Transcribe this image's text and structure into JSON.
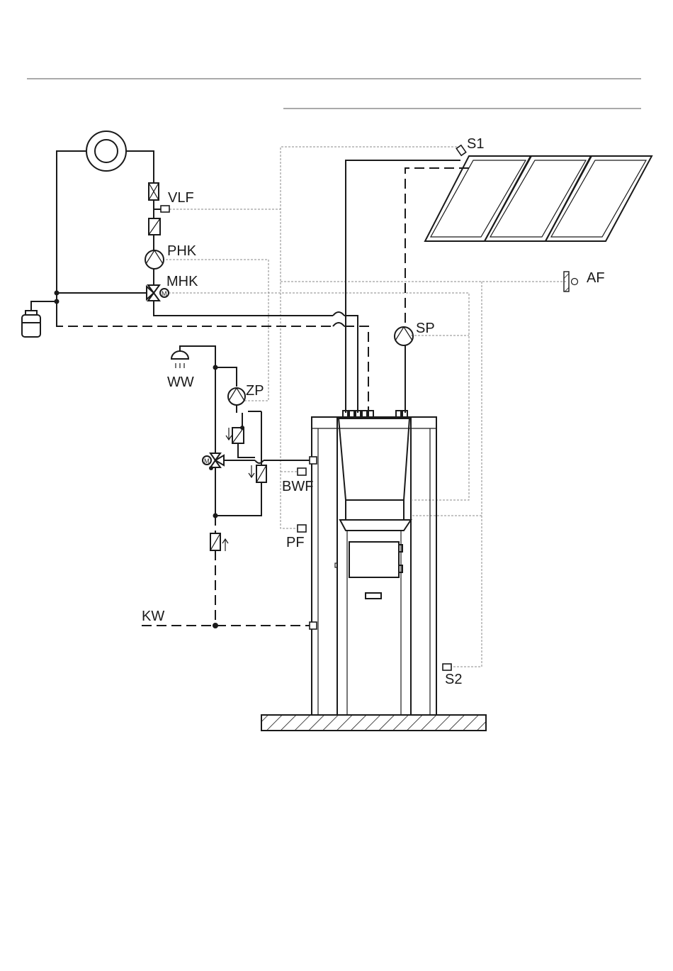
{
  "labels": {
    "vlf": "VLF",
    "phk": "PHK",
    "mhk": "MHK",
    "s1": "S1",
    "af": "AF",
    "sp": "SP",
    "ww": "WW",
    "zp": "ZP",
    "bwf": "BWF",
    "pf": "PF",
    "kw": "KW",
    "s2": "S2"
  },
  "symbols": {
    "motor_valve": "M"
  },
  "colors": {
    "line": "#1a1a1a",
    "control_line": "#8a8a8a",
    "background": "#ffffff"
  }
}
